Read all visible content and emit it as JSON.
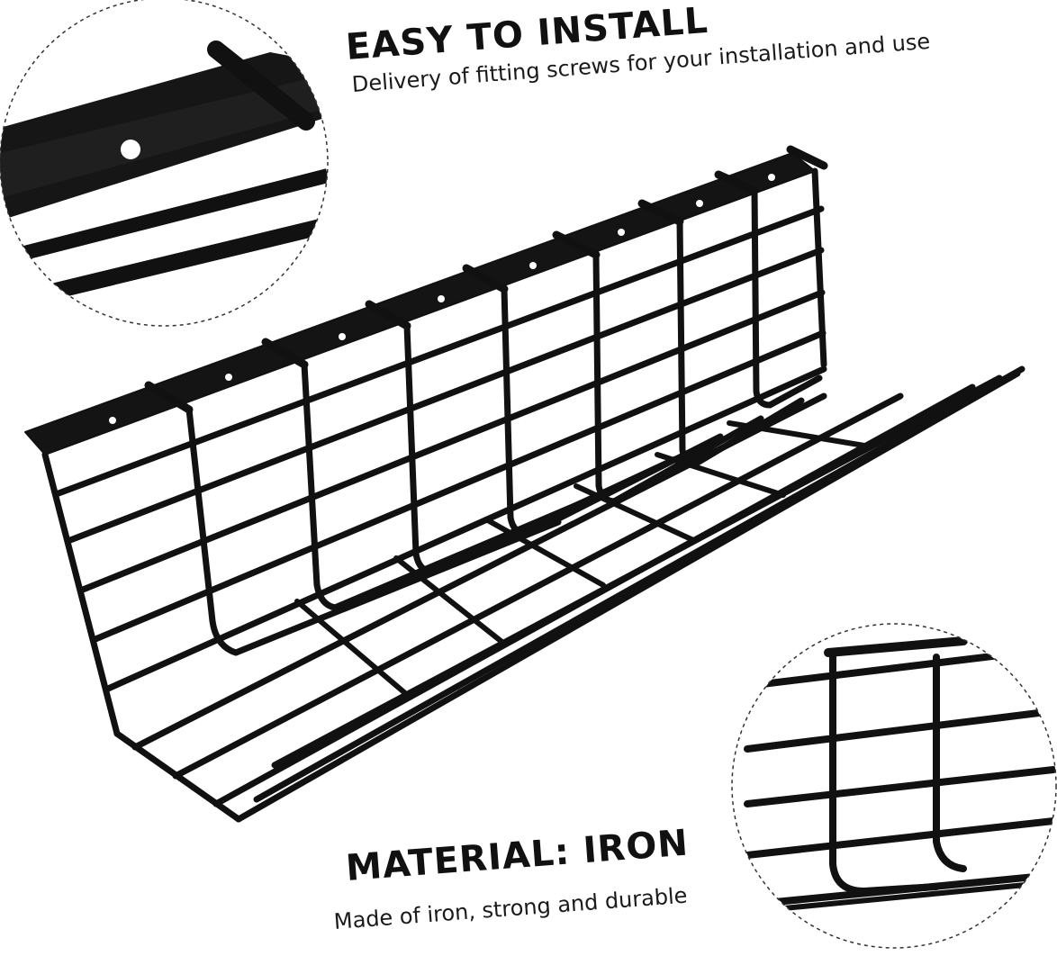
{
  "install_section": {
    "heading": "EASY TO INSTALL",
    "description": "Delivery of fitting screws for your installation and use"
  },
  "material_section": {
    "heading": "MATERIAL: IRON",
    "description": "Made of iron, strong and durable"
  },
  "product": {
    "name": "cable management wire tray",
    "color": "#111111",
    "background": "#ffffff",
    "zoom_callouts": [
      "mounting-strip-detail",
      "tray-end-detail"
    ]
  }
}
